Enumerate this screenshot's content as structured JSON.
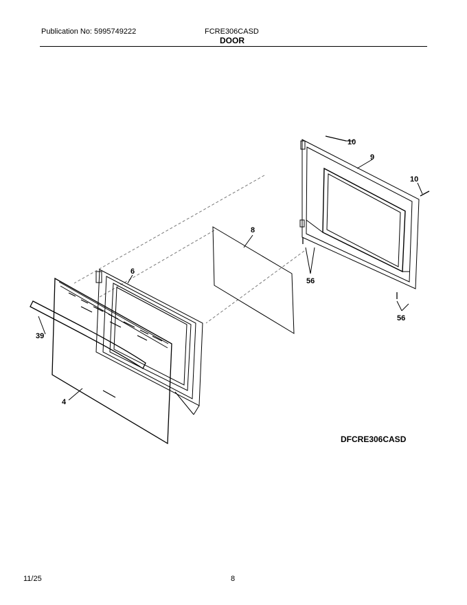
{
  "header": {
    "publication": "Publication No: 5995749222",
    "model": "FCRE306CASD",
    "section": "DOOR"
  },
  "diagram": {
    "code": "DFCRE306CASD",
    "callouts": {
      "c10a": "10",
      "c9": "9",
      "c10b": "10",
      "c8": "8",
      "c56a": "56",
      "c56b": "56",
      "c6": "6",
      "c39": "39",
      "c4": "4"
    }
  },
  "footer": {
    "date": "11/25",
    "page": "8"
  }
}
